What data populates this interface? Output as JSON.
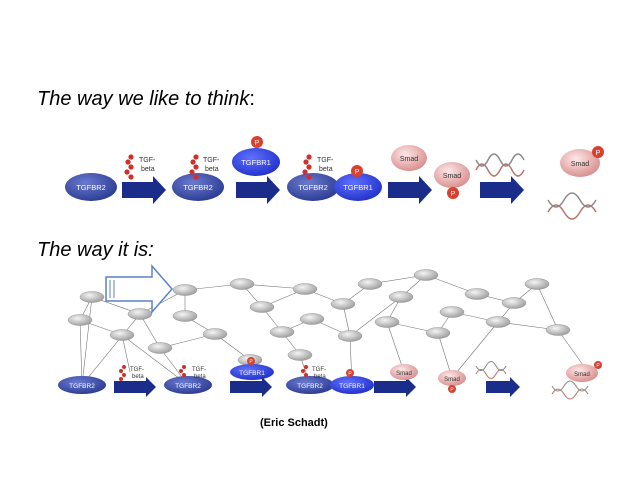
{
  "headings": {
    "ideal": "The way we like to think",
    "ideal_suffix": ":",
    "reality": "The way it is:"
  },
  "credit": "(Eric Schadt)",
  "labels": {
    "receptor2": "TGFBR2",
    "receptor1": "TGFBR1",
    "ligand_line1": "TGF-",
    "ligand_line2": "beta",
    "phospho": "P",
    "smad": "Smad"
  },
  "colors": {
    "receptor": "#3a4ea8",
    "receptor_bright": "#3344dd",
    "arrow": "#1a2d8a",
    "ligand": "#d0302a",
    "smad": "#e89a9a",
    "phospho": "#d84030",
    "network_node": "#c0c0c0"
  }
}
